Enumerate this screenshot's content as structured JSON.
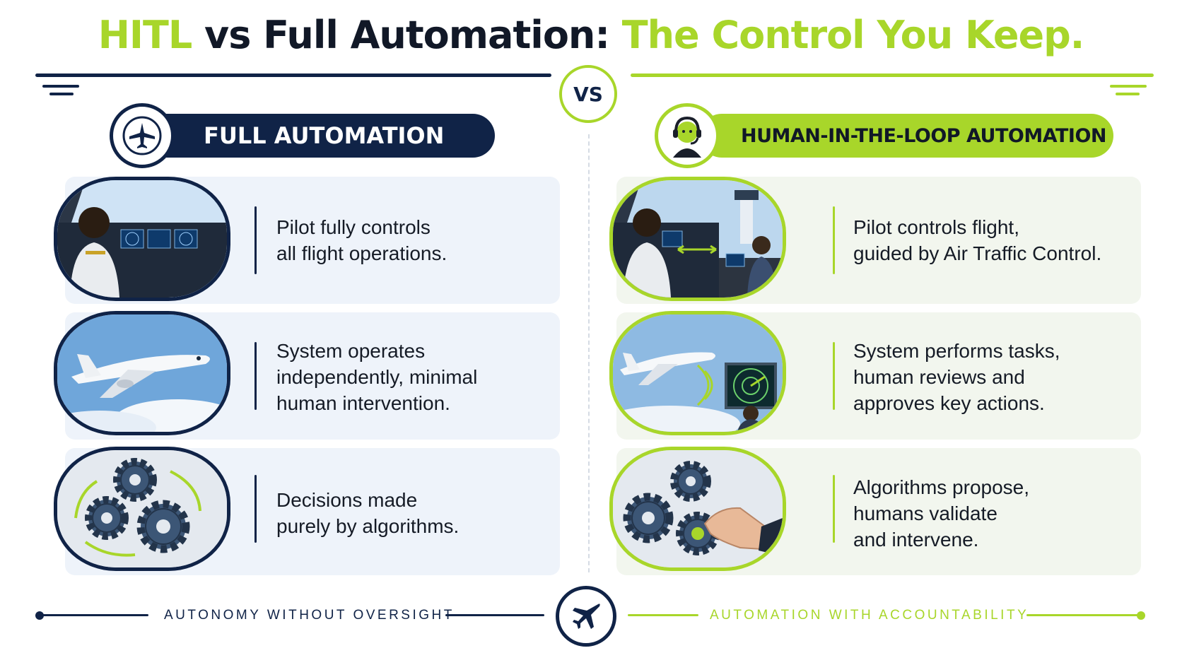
{
  "title": {
    "part1": "HITL",
    "part2": " vs Full Automation: ",
    "part3": "The Control You Keep."
  },
  "vs_label": "VS",
  "colors": {
    "navy": "#102347",
    "lime": "#a8d62a"
  },
  "left": {
    "header": "FULL AUTOMATION",
    "header_icon": "airplane-icon",
    "rows": [
      {
        "text": "Pilot fully controls\nall flight operations.",
        "image": "cockpit-pilot-image"
      },
      {
        "text": "System operates\nindependently, minimal\nhuman intervention.",
        "image": "airplane-in-sky-image"
      },
      {
        "text": "Decisions made\npurely by algorithms.",
        "image": "rotating-gears-image"
      }
    ],
    "footer": "AUTONOMY WITHOUT OVERSIGHT"
  },
  "right": {
    "header": "HUMAN-IN-THE-LOOP AUTOMATION",
    "header_icon": "headset-operator-icon",
    "rows": [
      {
        "text": "Pilot controls flight,\nguided by Air Traffic Control.",
        "image": "cockpit-and-control-tower-image"
      },
      {
        "text": "System performs tasks,\nhuman reviews and\napproves key actions.",
        "image": "airplane-and-radar-operator-image"
      },
      {
        "text": "Algorithms propose,\nhumans validate\nand intervene.",
        "image": "hand-adjusting-gears-image"
      }
    ],
    "footer": "AUTOMATION WITH ACCOUNTABILITY"
  },
  "center_icon": "airplane-icon"
}
